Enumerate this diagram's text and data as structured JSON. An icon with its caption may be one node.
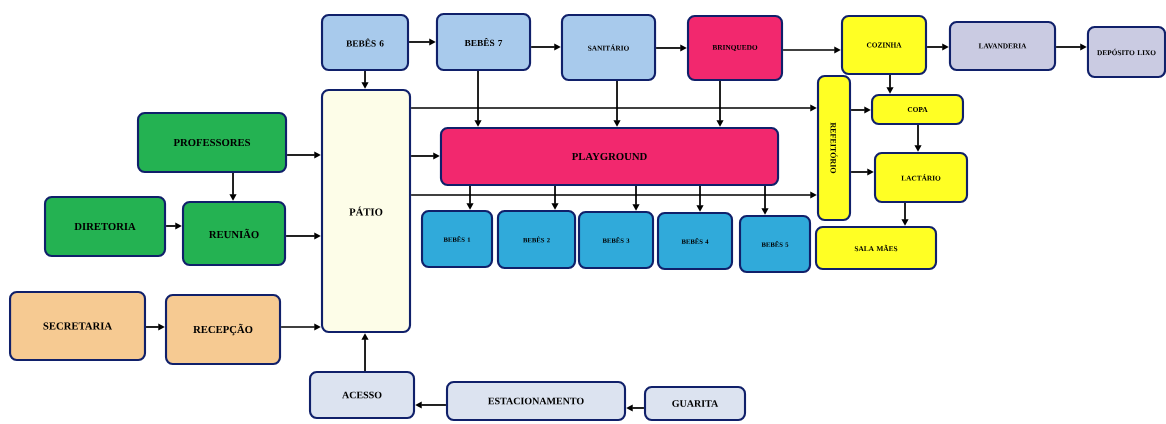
{
  "diagram": {
    "nodes": [
      {
        "text": [
          "BEBÊS 6"
        ]
      },
      {
        "text": [
          "BEBÊS 7"
        ]
      },
      {
        "text": [
          "SANITÁRIO"
        ]
      },
      {
        "text": [
          "BRINQUEDO"
        ]
      },
      {
        "text": [
          "COZINHA"
        ]
      },
      {
        "text": [
          "LAVANDERIA"
        ]
      },
      {
        "text": [
          "DEPÓSITO LIXO"
        ]
      },
      {
        "text": [
          "PROFESSORES"
        ]
      },
      {
        "text": [
          "PÁTIO"
        ]
      },
      {
        "text": [
          "PLAYGROUND"
        ]
      },
      {
        "text": [
          "REFEITÓRIO"
        ]
      },
      {
        "text": [
          "COPA"
        ]
      },
      {
        "text": [
          "DIRETORIA"
        ]
      },
      {
        "text": [
          "REUNIÃO"
        ]
      },
      {
        "text": [
          "LACTÁRIO"
        ]
      },
      {
        "text": [
          "BEBÊS 1"
        ]
      },
      {
        "text": [
          "BEBÊS 2"
        ]
      },
      {
        "text": [
          "BEBÊS 3"
        ]
      },
      {
        "text": [
          "BEBÊS 4"
        ]
      },
      {
        "text": [
          "BEBÊS 5"
        ]
      },
      {
        "text": [
          "SALA MÃES"
        ]
      },
      {
        "text": [
          "SECRETARIA"
        ]
      },
      {
        "text": [
          "RECEPÇÃO"
        ]
      },
      {
        "text": [
          "ACESSO"
        ]
      },
      {
        "text": [
          "ESTACIONAMENTO"
        ]
      },
      {
        "text": [
          "GUARITA"
        ]
      }
    ],
    "edges": [
      {
        "from": 0,
        "to": 1,
        "arrow": "to"
      },
      {
        "from": 1,
        "to": 2,
        "arrow": "to"
      },
      {
        "from": 2,
        "to": 3,
        "arrow": "to"
      },
      {
        "from": 3,
        "to": 4,
        "arrow": "to"
      },
      {
        "from": 4,
        "to": 5,
        "arrow": "to"
      },
      {
        "from": 5,
        "to": 6,
        "arrow": "to"
      },
      {
        "from": 0,
        "to": 8,
        "arrow": "to"
      },
      {
        "from": 1,
        "to": 9,
        "arrow": "to"
      },
      {
        "from": 2,
        "to": 9,
        "arrow": "to"
      },
      {
        "from": 3,
        "to": 9,
        "arrow": "to"
      },
      {
        "from": 8,
        "to": 10,
        "arrow": "to"
      },
      {
        "from": 8,
        "to": 9,
        "arrow": "to"
      },
      {
        "from": 8,
        "to": 10,
        "arrow": "to"
      },
      {
        "from": 9,
        "to": 15,
        "arrow": "to"
      },
      {
        "from": 9,
        "to": 16,
        "arrow": "to"
      },
      {
        "from": 9,
        "to": 17,
        "arrow": "to"
      },
      {
        "from": 9,
        "to": 18,
        "arrow": "to"
      },
      {
        "from": 9,
        "to": 19,
        "arrow": "to"
      },
      {
        "from": 4,
        "to": 11,
        "arrow": "to"
      },
      {
        "from": 10,
        "to": 11,
        "arrow": "to"
      },
      {
        "from": 11,
        "to": 14,
        "arrow": "to"
      },
      {
        "from": 10,
        "to": 14,
        "arrow": "to"
      },
      {
        "from": 14,
        "to": 20,
        "arrow": "to"
      },
      {
        "from": 7,
        "to": 8,
        "arrow": "to"
      },
      {
        "from": 7,
        "to": 13,
        "arrow": "to"
      },
      {
        "from": 12,
        "to": 13,
        "arrow": "to"
      },
      {
        "from": 13,
        "to": 8,
        "arrow": "to"
      },
      {
        "from": 21,
        "to": 22,
        "arrow": "to"
      },
      {
        "from": 22,
        "to": 8,
        "arrow": "to"
      },
      {
        "from": 23,
        "to": 8,
        "arrow": "to"
      },
      {
        "from": 24,
        "to": 23,
        "arrow": "to"
      },
      {
        "from": 25,
        "to": 24,
        "arrow": "to"
      }
    ]
  }
}
